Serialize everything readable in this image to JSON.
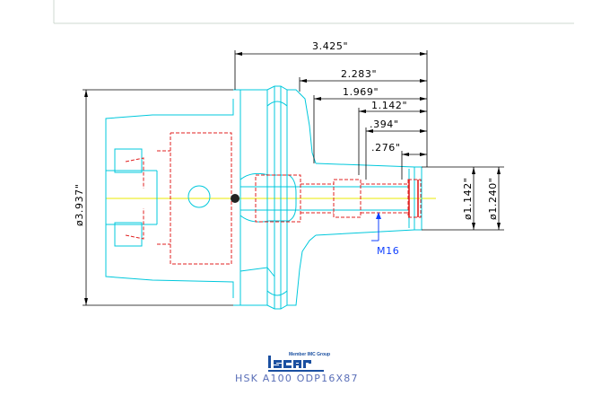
{
  "dimensions": {
    "overall_length": "3.425\"",
    "length_2": "2.283\"",
    "length_3": "1.969\"",
    "length_4": "1.142\"",
    "length_5": ".394\"",
    "length_6": ".276\"",
    "flange_diameter": "ø3.937\"",
    "bore_diameter_1": "ø1.142\"",
    "bore_diameter_2": "ø1.240\""
  },
  "thread_label": "M16",
  "logo": {
    "subtitle": "Member IMC Group",
    "color": "#1a4fa0"
  },
  "caption": "HSK  A100  ODP16X87",
  "colors": {
    "outline": "#00c8dc",
    "hidden": "#e02020",
    "centerline": "#e8e800",
    "dimension": "#000000",
    "arrow": "#1040ff",
    "caption": "#5a6fb8"
  }
}
